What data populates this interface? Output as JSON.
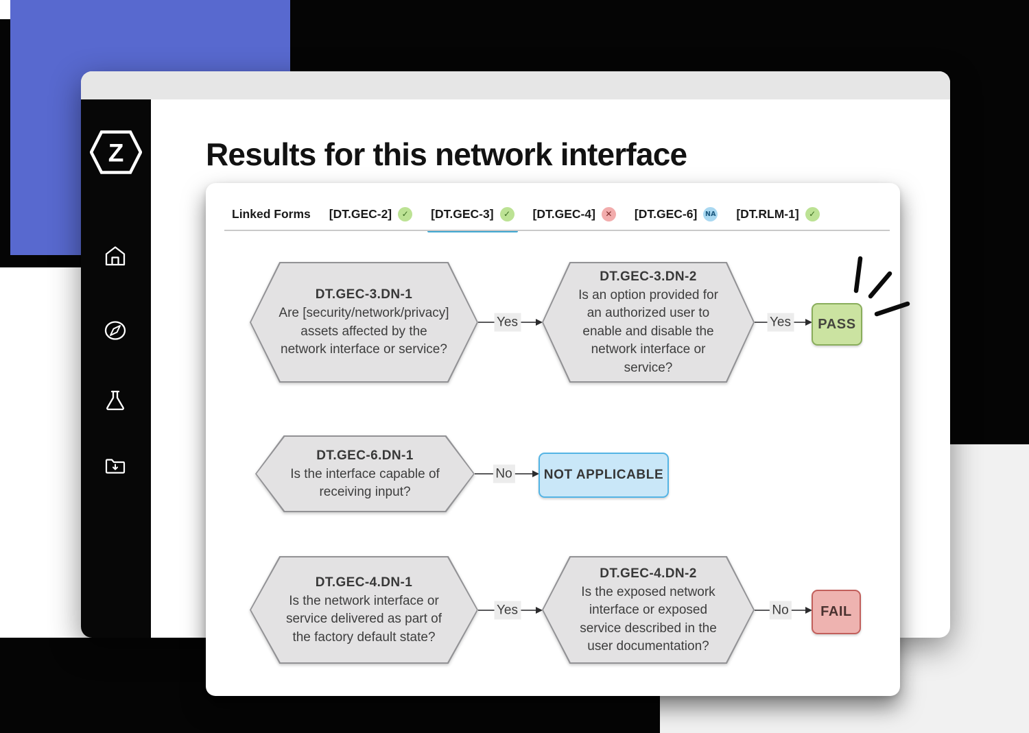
{
  "window": {
    "heading": "Results for this network interface"
  },
  "sidebar": {
    "logo_letter": "Z",
    "nav": [
      {
        "icon": "home-icon"
      },
      {
        "icon": "compass-icon"
      },
      {
        "icon": "flask-icon"
      },
      {
        "icon": "folder-download-icon"
      }
    ]
  },
  "tabs": {
    "header_label": "Linked Forms",
    "items": [
      {
        "label": "[DT.GEC-2]",
        "status": "pass",
        "badge_glyph": "✓",
        "active": false
      },
      {
        "label": "[DT.GEC-3]",
        "status": "pass",
        "badge_glyph": "✓",
        "active": true
      },
      {
        "label": "[DT.GEC-4]",
        "status": "fail",
        "badge_glyph": "✕",
        "active": false
      },
      {
        "label": "[DT.GEC-6]",
        "status": "na",
        "badge_glyph": "NA",
        "active": false
      },
      {
        "label": "[DT.RLM-1]",
        "status": "pass",
        "badge_glyph": "✓",
        "active": false
      }
    ]
  },
  "flowchart": {
    "rows": [
      {
        "nodes": [
          {
            "id": "DT.GEC-3.DN-1",
            "question": "Are [security/network/privacy] assets affected by the network interface or service?"
          },
          {
            "id": "DT.GEC-3.DN-2",
            "question": "Is an option provided for an authorized user to enable and disable the network interface or service?"
          }
        ],
        "connectors": [
          {
            "label": "Yes"
          },
          {
            "label": "Yes"
          }
        ],
        "result": {
          "label": "PASS",
          "type": "pass"
        }
      },
      {
        "nodes": [
          {
            "id": "DT.GEC-6.DN-1",
            "question": "Is the interface capable of receiving input?"
          }
        ],
        "connectors": [
          {
            "label": "No"
          }
        ],
        "result": {
          "label": "NOT APPLICABLE",
          "type": "na"
        }
      },
      {
        "nodes": [
          {
            "id": "DT.GEC-4.DN-1",
            "question": "Is the network interface or service delivered as part of the factory default state?"
          },
          {
            "id": "DT.GEC-4.DN-2",
            "question": "Is the exposed network interface or exposed service described in the user documentation?"
          }
        ],
        "connectors": [
          {
            "label": "Yes"
          },
          {
            "label": "No"
          }
        ],
        "result": {
          "label": "FAIL",
          "type": "fail"
        }
      }
    ]
  },
  "colors": {
    "accent_purple": "#5869cf",
    "pass_green_fill": "#cbe3a1",
    "pass_green_border": "#89ad5b",
    "fail_red_fill": "#eeb3b0",
    "fail_red_border": "#c25f5b",
    "na_blue_fill": "#c9e7f8",
    "na_blue_border": "#54b4e4",
    "badge_green": "#bce294",
    "badge_red": "#f2acac",
    "badge_blue": "#a9d8f1",
    "tab_active_underline": "#3fa6d0",
    "hexagon_fill": "#e3e2e3",
    "hexagon_border": "#929295"
  }
}
